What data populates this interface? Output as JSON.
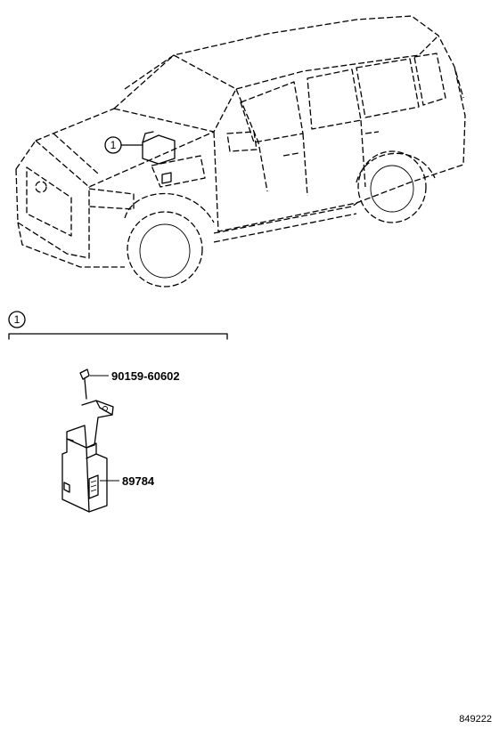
{
  "callouts": {
    "vehicle_ref": "1",
    "section_ref": "1"
  },
  "parts": [
    {
      "number": "90159-60602"
    },
    {
      "number": "89784"
    }
  ],
  "illustration_code": "849222"
}
